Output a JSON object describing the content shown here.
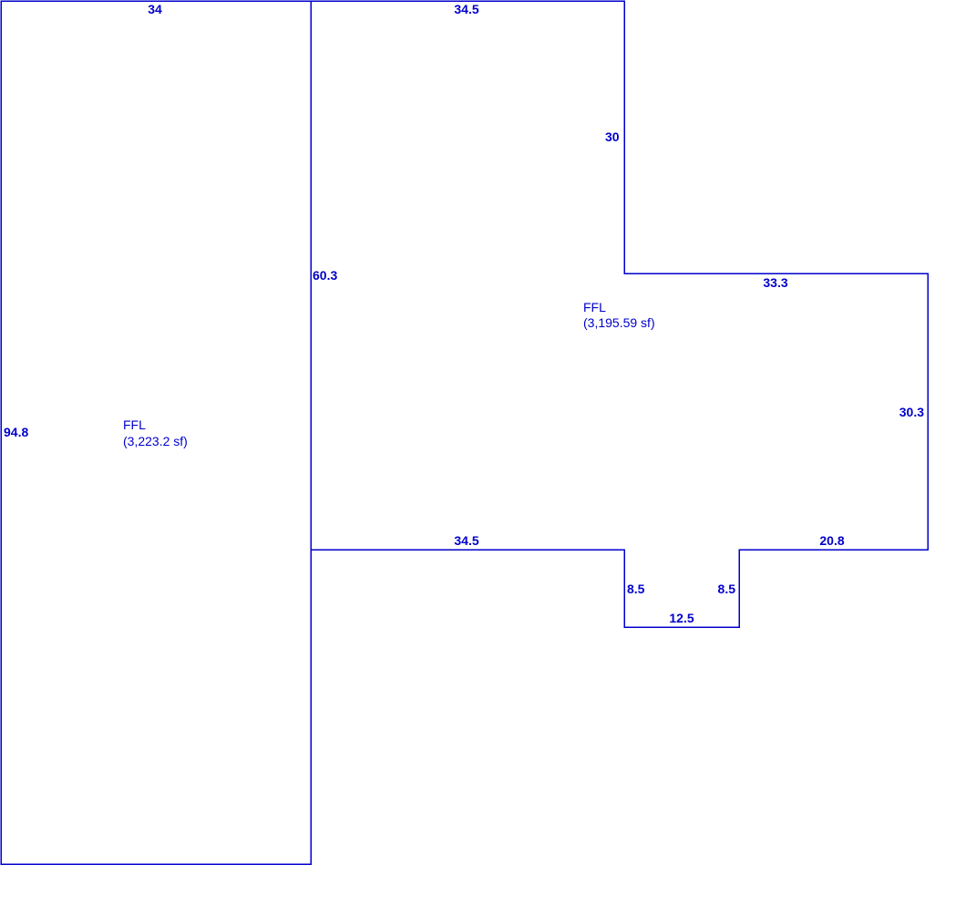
{
  "colors": {
    "line": "#0000cc",
    "text": "#0000cc",
    "background": "#ffffff"
  },
  "sketch": {
    "left_area": {
      "name": "FFL",
      "size": "(3,223.2 sf)"
    },
    "right_area": {
      "name": "FFL",
      "size": "(3,195.59 sf)"
    },
    "dimensions": {
      "left_top": "34",
      "left_side": "94.8",
      "shared_wall": "60.3",
      "right_top": "34.5",
      "upper_step": "30",
      "right_step_top": "33.3",
      "right_side": "30.3",
      "bottom_left": "34.5",
      "notch_left": "8.5",
      "notch_right": "8.5",
      "notch_bottom": "12.5",
      "bottom_right": "20.8"
    }
  }
}
